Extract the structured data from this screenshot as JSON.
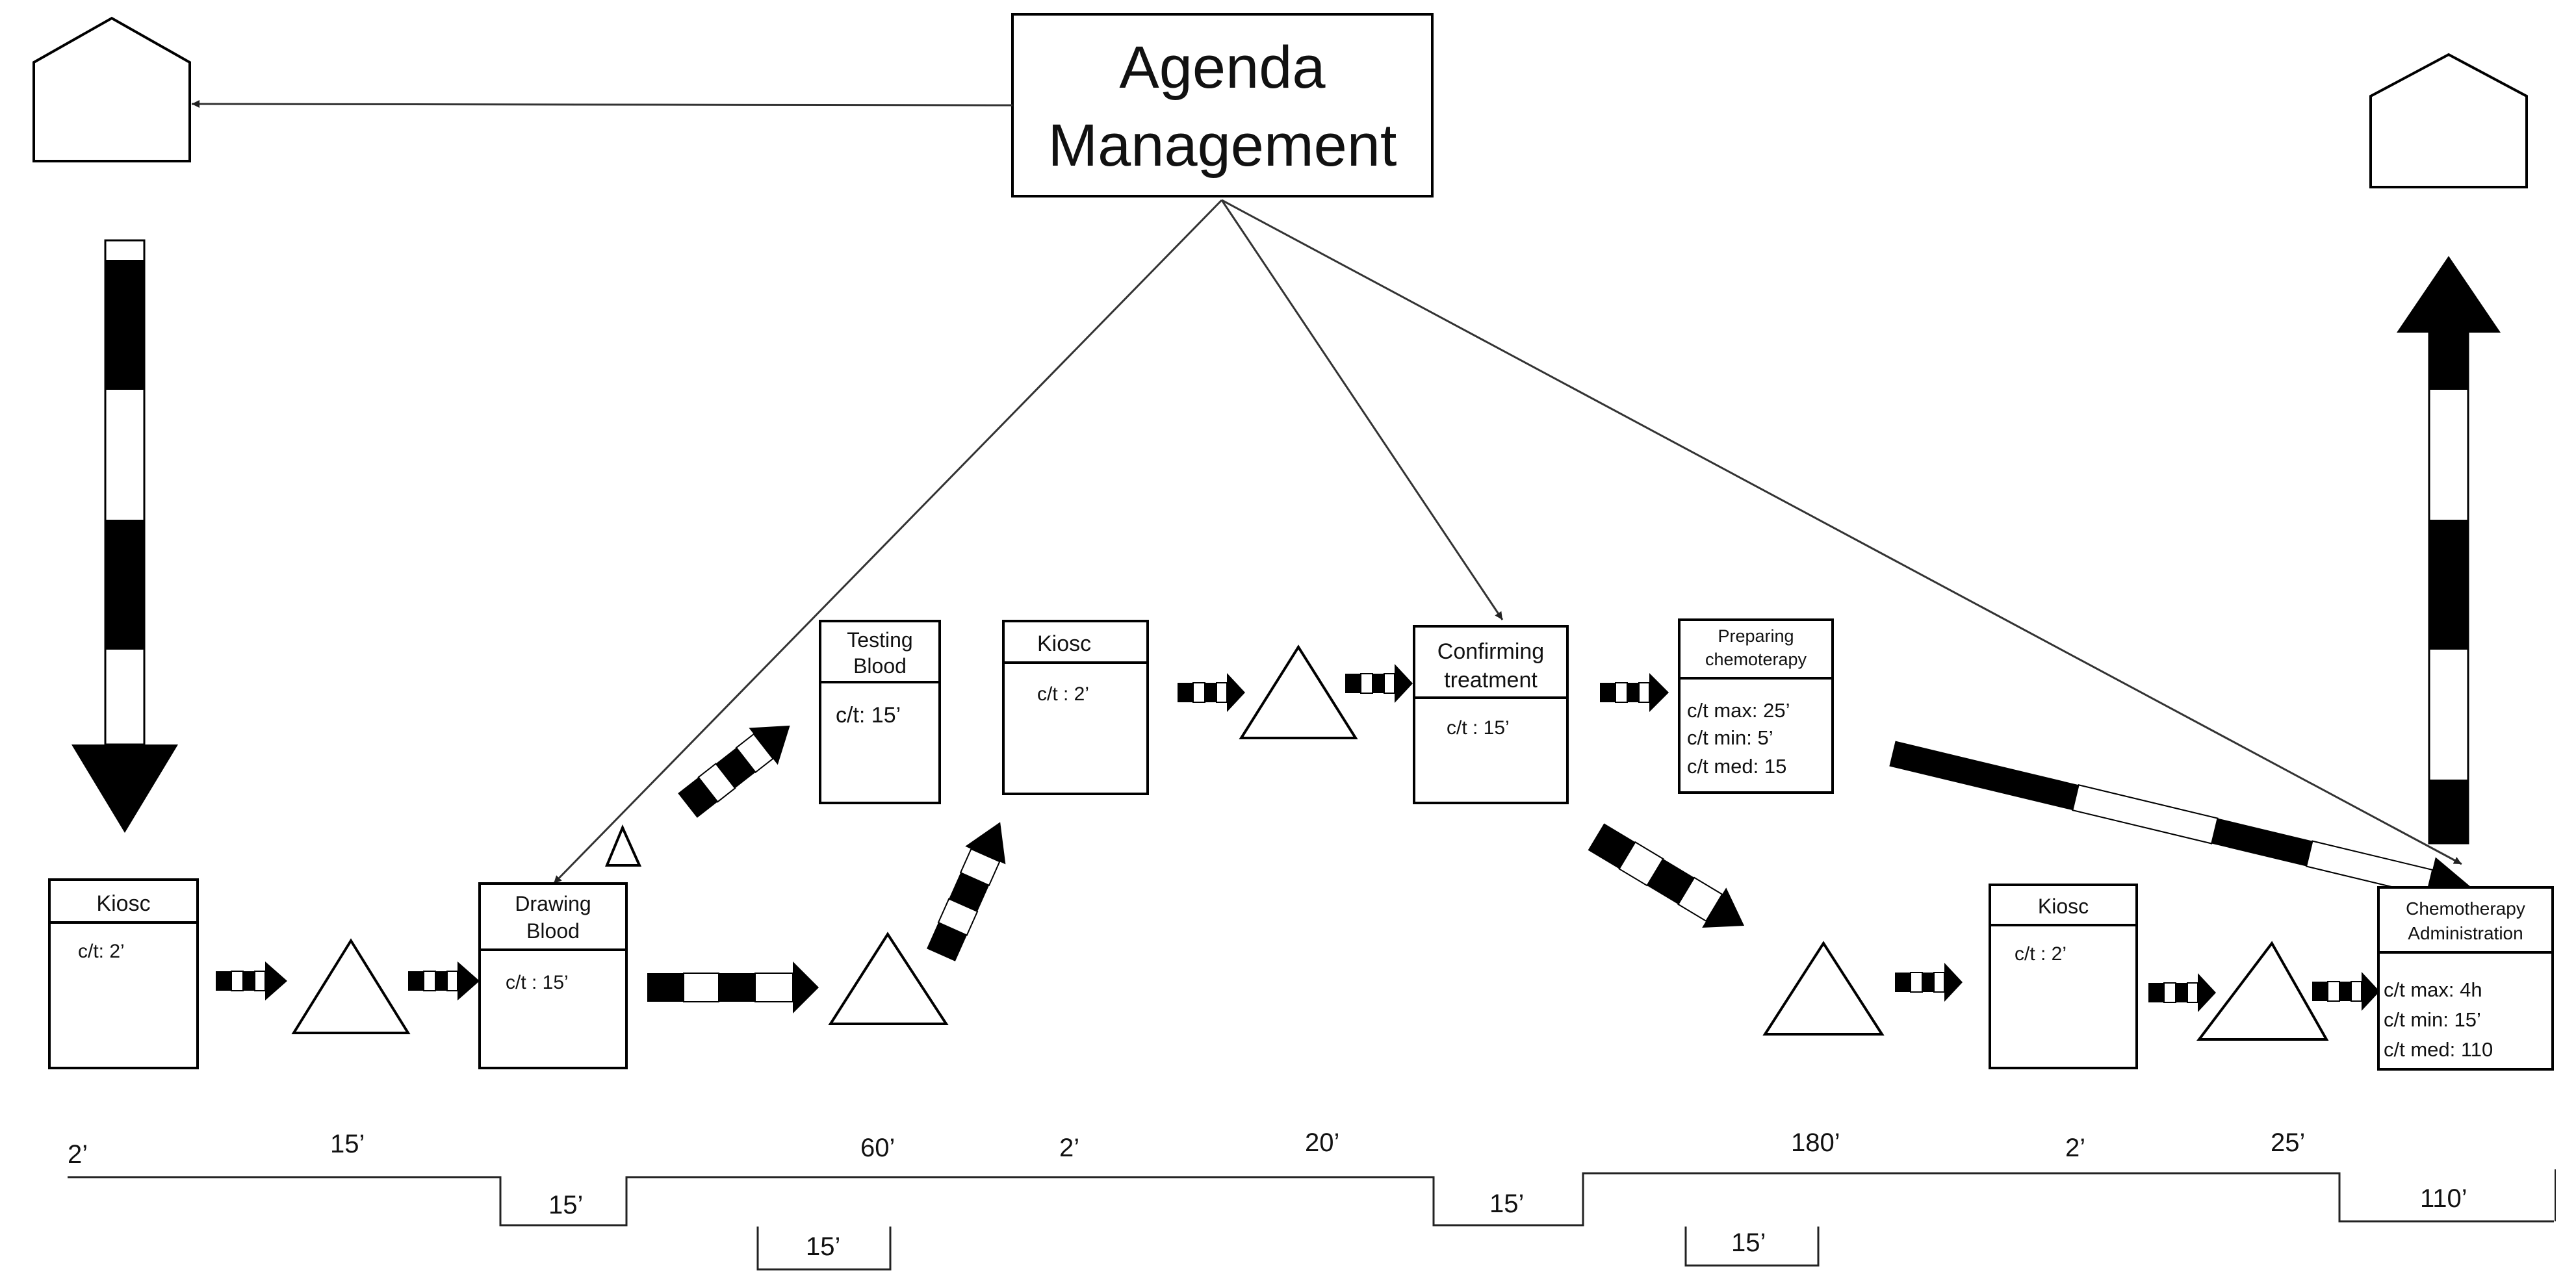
{
  "title": {
    "line1": "Agenda",
    "line2": "Management"
  },
  "processes": {
    "kiosc1": {
      "title": "Kiosc",
      "ct": "c/t: 2’"
    },
    "drawing": {
      "title1": "Drawing",
      "title2": "Blood",
      "ct": "c/t : 15’"
    },
    "testing": {
      "title1": "Testing",
      "title2": "Blood",
      "ct": "c/t: 15’"
    },
    "kiosc2": {
      "title": "Kiosc",
      "ct": "c/t : 2’"
    },
    "confirming": {
      "title1": "Confirming",
      "title2": "treatment",
      "ct": "c/t : 15’"
    },
    "preparing": {
      "title1": "Preparing",
      "title2": "chemoterapy",
      "ct_max": "c/t max: 25’",
      "ct_min": "c/t min: 5’",
      "ct_med": "c/t med: 15"
    },
    "kiosc3": {
      "title": "Kiosc",
      "ct": "c/t : 2’"
    },
    "chemo": {
      "title1": "Chemotherapy",
      "title2": "Administration",
      "ct_max": "c/t max: 4h",
      "ct_min": "c/t min: 15’",
      "ct_med": "c/t med: 110"
    }
  },
  "timeline": {
    "waits": [
      "2’",
      "15’",
      "60’",
      "2’",
      "20’",
      "180’",
      "2’",
      "25’"
    ],
    "steps": [
      "15’",
      "15’",
      "110’"
    ],
    "sub_steps": [
      "15’",
      "15’"
    ]
  }
}
